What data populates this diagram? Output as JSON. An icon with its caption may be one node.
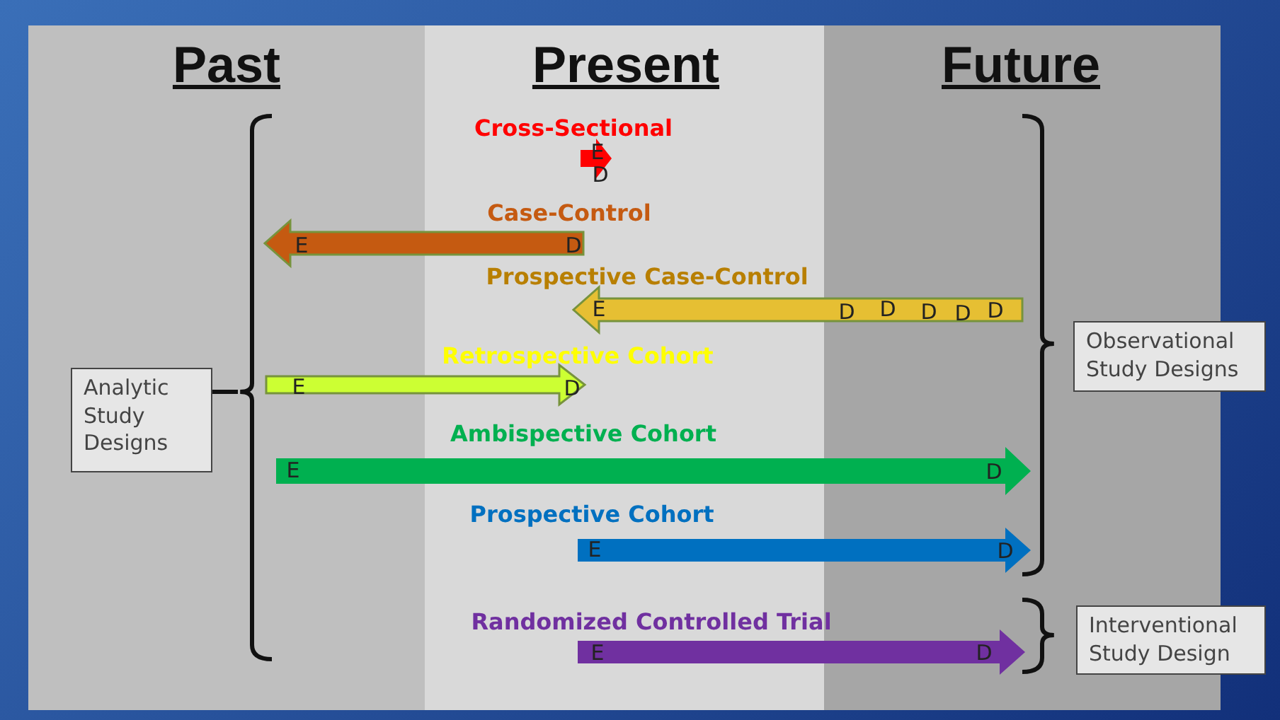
{
  "diagram": {
    "nodes": [
      {
        "text": [
          "Analytic Study Designs"
        ]
      },
      {
        "text": [
          "Observational Study Designs"
        ]
      },
      {
        "text": [
          "Interventional Study Design"
        ]
      }
    ],
    "labels": [
      "Past",
      "Present",
      "Future",
      "Cross-Sectional",
      "E",
      "D",
      "Case-Control",
      "E",
      "D",
      "Prospective Case-Control",
      "E",
      "D",
      "D",
      "D",
      "D",
      "D",
      "Retrospective Cohort",
      "E",
      "D",
      "Ambispective Cohort",
      "E",
      "D",
      "Prospective Cohort",
      "E",
      "D",
      "Randomized Controlled Trial",
      "E",
      "D"
    ]
  }
}
